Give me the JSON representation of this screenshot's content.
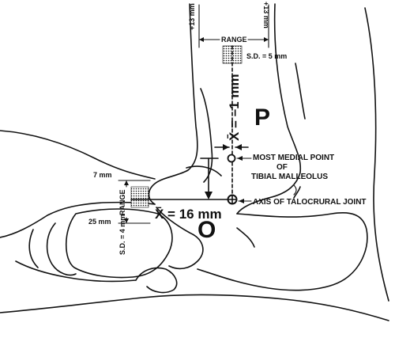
{
  "labels": {
    "top_left_mm": "+13 mm",
    "top_right_mm": "+13 mm",
    "top_range": "RANGE",
    "top_sd": "S.D. = 5 mm",
    "vertical_mean": "X̄ = –1 mm",
    "letter_p": "P",
    "letter_o": "O",
    "medial_line1": "MOST MEDIAL POINT",
    "medial_line2": "OF",
    "medial_line3": "TIBIAL MALLEOLUS",
    "axis_label": "AXIS OF TALOCRURAL JOINT",
    "left_7mm": "7 mm",
    "left_25mm": "25 mm",
    "left_range": "RANGE",
    "left_sd": "S.D. = 4 mm",
    "horizontal_mean": "X̄ = 16 mm"
  }
}
